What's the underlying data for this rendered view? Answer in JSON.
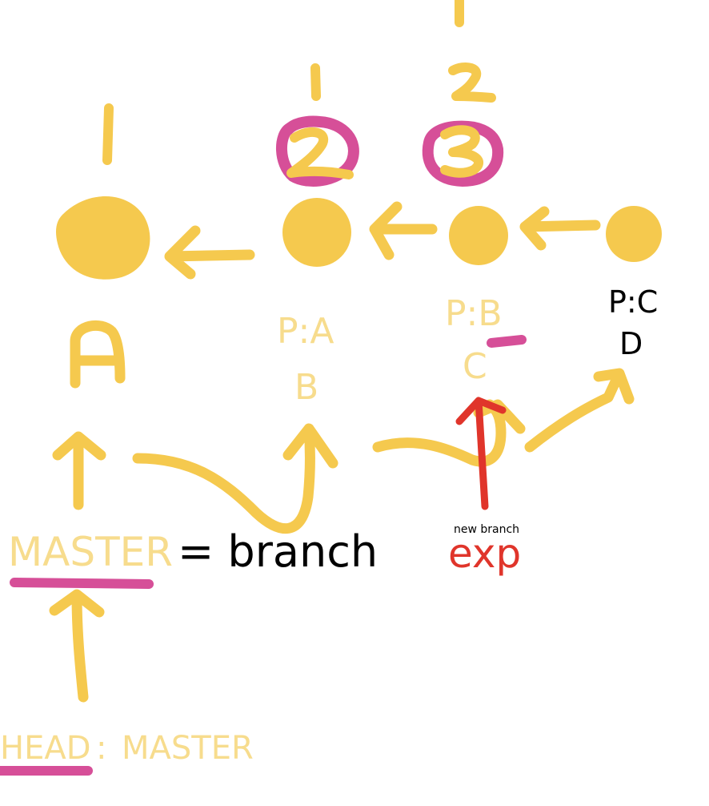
{
  "colors": {
    "stroke": "#f5c94e",
    "pale_text": "#f7dc8d",
    "highlight": "#d64f98",
    "red": "#e0352b",
    "text": "#000000",
    "background": "#ffffff"
  },
  "commits": {
    "a": {
      "name": "A",
      "parent": ""
    },
    "b": {
      "name": "B",
      "parent": "P:A",
      "order_mark": "1"
    },
    "c": {
      "name": "C",
      "parent": "P:B",
      "order_mark": "3"
    },
    "d": {
      "name": "D",
      "parent": "P:C"
    }
  },
  "order_marks": [
    "1",
    "1",
    "2",
    "3",
    "1"
  ],
  "branch": {
    "label": "MASTER",
    "equals": "= branch"
  },
  "head": {
    "label": "HEAD",
    "separator": ":",
    "target": "MASTER"
  },
  "exp_branch": {
    "caption": "new branch",
    "label": "exp"
  }
}
